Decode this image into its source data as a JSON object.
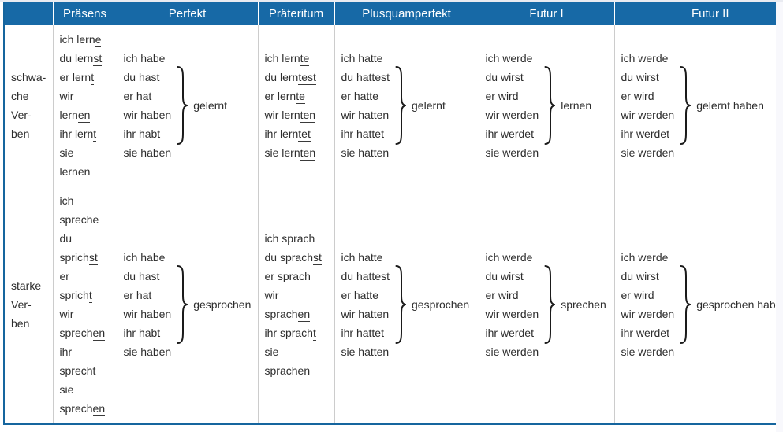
{
  "table": {
    "accent_color": "#1769a6",
    "frame_color": "#15659e",
    "grid_color": "#cccccc",
    "text_color": "#2d2d2d",
    "headers": [
      "",
      "Präsens",
      "Perfekt",
      "Präteritum",
      "Plusquamperfekt",
      "Futur I",
      "Futur II"
    ],
    "rows": [
      {
        "label_lines": [
          "schwa-",
          "che",
          "Ver-",
          "ben"
        ],
        "cells": [
          {
            "type": "lines",
            "lines": [
              "ich lern{e}",
              "du lern{st}",
              "er lern{t}",
              "wir",
              "lern{en}",
              "ihr lern{t}",
              "sie",
              "lern{en}"
            ]
          },
          {
            "type": "brace",
            "aux_lines": [
              "ich habe",
              "du hast",
              "er hat",
              "wir haben",
              "ihr habt",
              "sie haben"
            ],
            "result": "{ge}lern{t}"
          },
          {
            "type": "lines",
            "lines": [
              "ich lern{te}",
              "du lern{test}",
              "er lern{te}",
              "wir lern{ten}",
              "ihr lern{tet}",
              "sie lern{ten}"
            ]
          },
          {
            "type": "brace",
            "aux_lines": [
              "ich hatte",
              "du hattest",
              "er hatte",
              "wir hatten",
              "ihr hattet",
              "sie hatten"
            ],
            "result": "{ge}lern{t}"
          },
          {
            "type": "brace",
            "aux_lines": [
              "ich werde",
              "du wirst",
              "er wird",
              "wir werden",
              "ihr werdet",
              "sie werden"
            ],
            "result": "lernen"
          },
          {
            "type": "brace",
            "aux_lines": [
              "ich werde",
              "du wirst",
              "er wird",
              "wir werden",
              "ihr werdet",
              "sie werden"
            ],
            "result": "{ge}lern{t} haben"
          }
        ]
      },
      {
        "label_lines": [
          "starke",
          "Ver-",
          "ben"
        ],
        "cells": [
          {
            "type": "lines",
            "lines": [
              "ich",
              "sprech{e}",
              "du",
              "sprich{st}",
              "er",
              "sprich{t}",
              "wir",
              "sprech{en}",
              "ihr",
              "sprech{t}",
              "sie",
              "sprech{en}"
            ]
          },
          {
            "type": "brace",
            "aux_lines": [
              "ich habe",
              "du hast",
              "er hat",
              "wir haben",
              "ihr habt",
              "sie haben"
            ],
            "result": "{gesprochen}"
          },
          {
            "type": "lines",
            "lines": [
              "ich sprach",
              "du sprach{st}",
              "er sprach",
              "wir",
              "sprach{en}",
              "ihr sprach{t}",
              "sie",
              "sprach{en}"
            ]
          },
          {
            "type": "brace",
            "aux_lines": [
              "ich hatte",
              "du hattest",
              "er hatte",
              "wir hatten",
              "ihr hattet",
              "sie hatten"
            ],
            "result": "{gesprochen}"
          },
          {
            "type": "brace",
            "aux_lines": [
              "ich werde",
              "du wirst",
              "er wird",
              "wir werden",
              "ihr werdet",
              "sie werden"
            ],
            "result": "sprechen"
          },
          {
            "type": "brace",
            "aux_lines": [
              "ich werde",
              "du wirst",
              "er wird",
              "wir werden",
              "ihr werdet",
              "sie werden"
            ],
            "result": "{gesprochen} haben"
          }
        ]
      }
    ]
  }
}
